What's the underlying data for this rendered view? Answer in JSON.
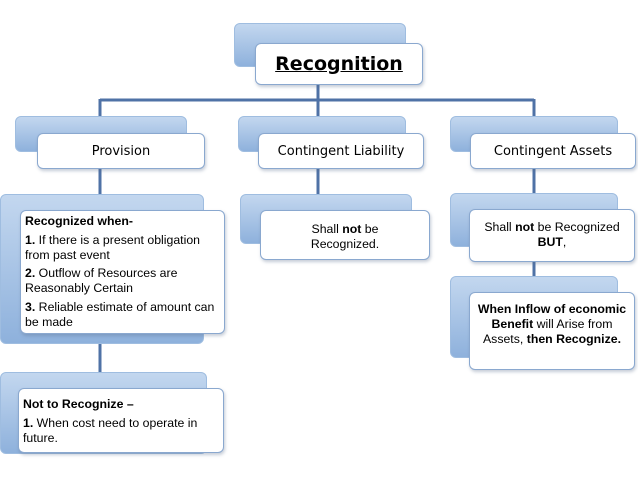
{
  "root": {
    "title": "Recognition"
  },
  "branches": {
    "provision": {
      "title": "Provision",
      "recognized": {
        "heading": "Recognized when-",
        "items": [
          {
            "num": "1.",
            "text": " If there is a present obligation from past event"
          },
          {
            "num": "2.",
            "text": " Outflow of Resources are Reasonably Certain"
          },
          {
            "num": "3.",
            "text": " Reliable estimate of amount  can be made"
          }
        ]
      },
      "not_recognize": {
        "heading": "Not to Recognize –",
        "items": [
          {
            "num": "1.",
            "text": " When cost need to operate in future."
          }
        ]
      }
    },
    "contingent_liability": {
      "title": "Contingent Liability",
      "body": {
        "pre": "Shall ",
        "bold": "not",
        "post": " be Recognized."
      }
    },
    "contingent_assets": {
      "title": "Contingent Assets",
      "body1": {
        "pre": "Shall ",
        "bold1": "not",
        "mid": " be Recognized ",
        "bold2": "BUT",
        "post": ","
      },
      "body2": {
        "b1": "When Inflow of economic Benefit",
        "t1": " will Arise from Assets, ",
        "b2": "then Recognize."
      }
    }
  },
  "colors": {
    "connector": "#4f72a6",
    "box_border": "#8aa8cf",
    "accent": "#8eb1dc"
  }
}
